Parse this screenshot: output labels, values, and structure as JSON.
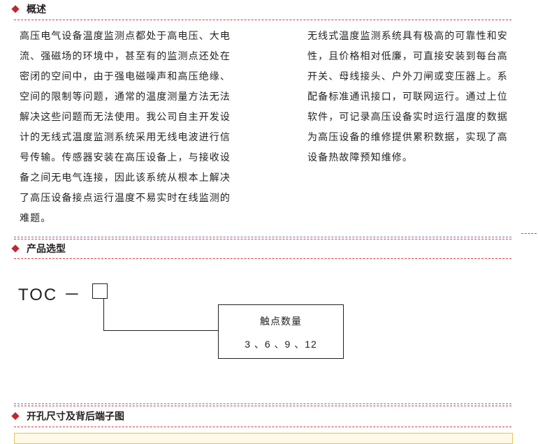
{
  "sections": {
    "overview_title": "概述",
    "selection_title": "产品选型",
    "cutout_title": "开孔尺寸及背后端子图"
  },
  "overview": {
    "left_lines": [
      "高压电气设备温度监测点都处于高电压、大电",
      "流、强磁场的环境中，甚至有的监测点还处在",
      "密闭的空间中，由于强电磁噪声和高压绝缘、",
      "空间的限制等问题，通常的温度测量方法无法",
      "解决这些问题而无法使用。我公司自主开发设",
      "计的无线式温度监测系统采用无线电波进行信",
      "号传输。传感器安装在高压设备上，与接收设",
      "备之间无电气连接，因此该系统从根本上解决",
      "了高压设备接点运行温度不易实时在线监测的",
      "难题。"
    ],
    "right_lines": [
      "无线式温度监测系统具有极高的可靠性和安",
      "性，且价格相对低廉，可直接安装到每台高",
      "开关、母线接头、户外刀闸或变压器上。系",
      "配备标准通讯接口，可联网运行。通过上位",
      "软件，可记录高压设备实时运行温度的数据",
      "为高压设备的维修提供累积数据，实现了高",
      "设备热故障预知维修。"
    ]
  },
  "selection": {
    "model_prefix": "TOC －",
    "spec_label": "触点数量",
    "spec_values": "3 、6 、9 、12"
  },
  "colors": {
    "accent_red": "#c1272d",
    "dash_blue": "#6d6fb0",
    "text": "#231f20"
  }
}
